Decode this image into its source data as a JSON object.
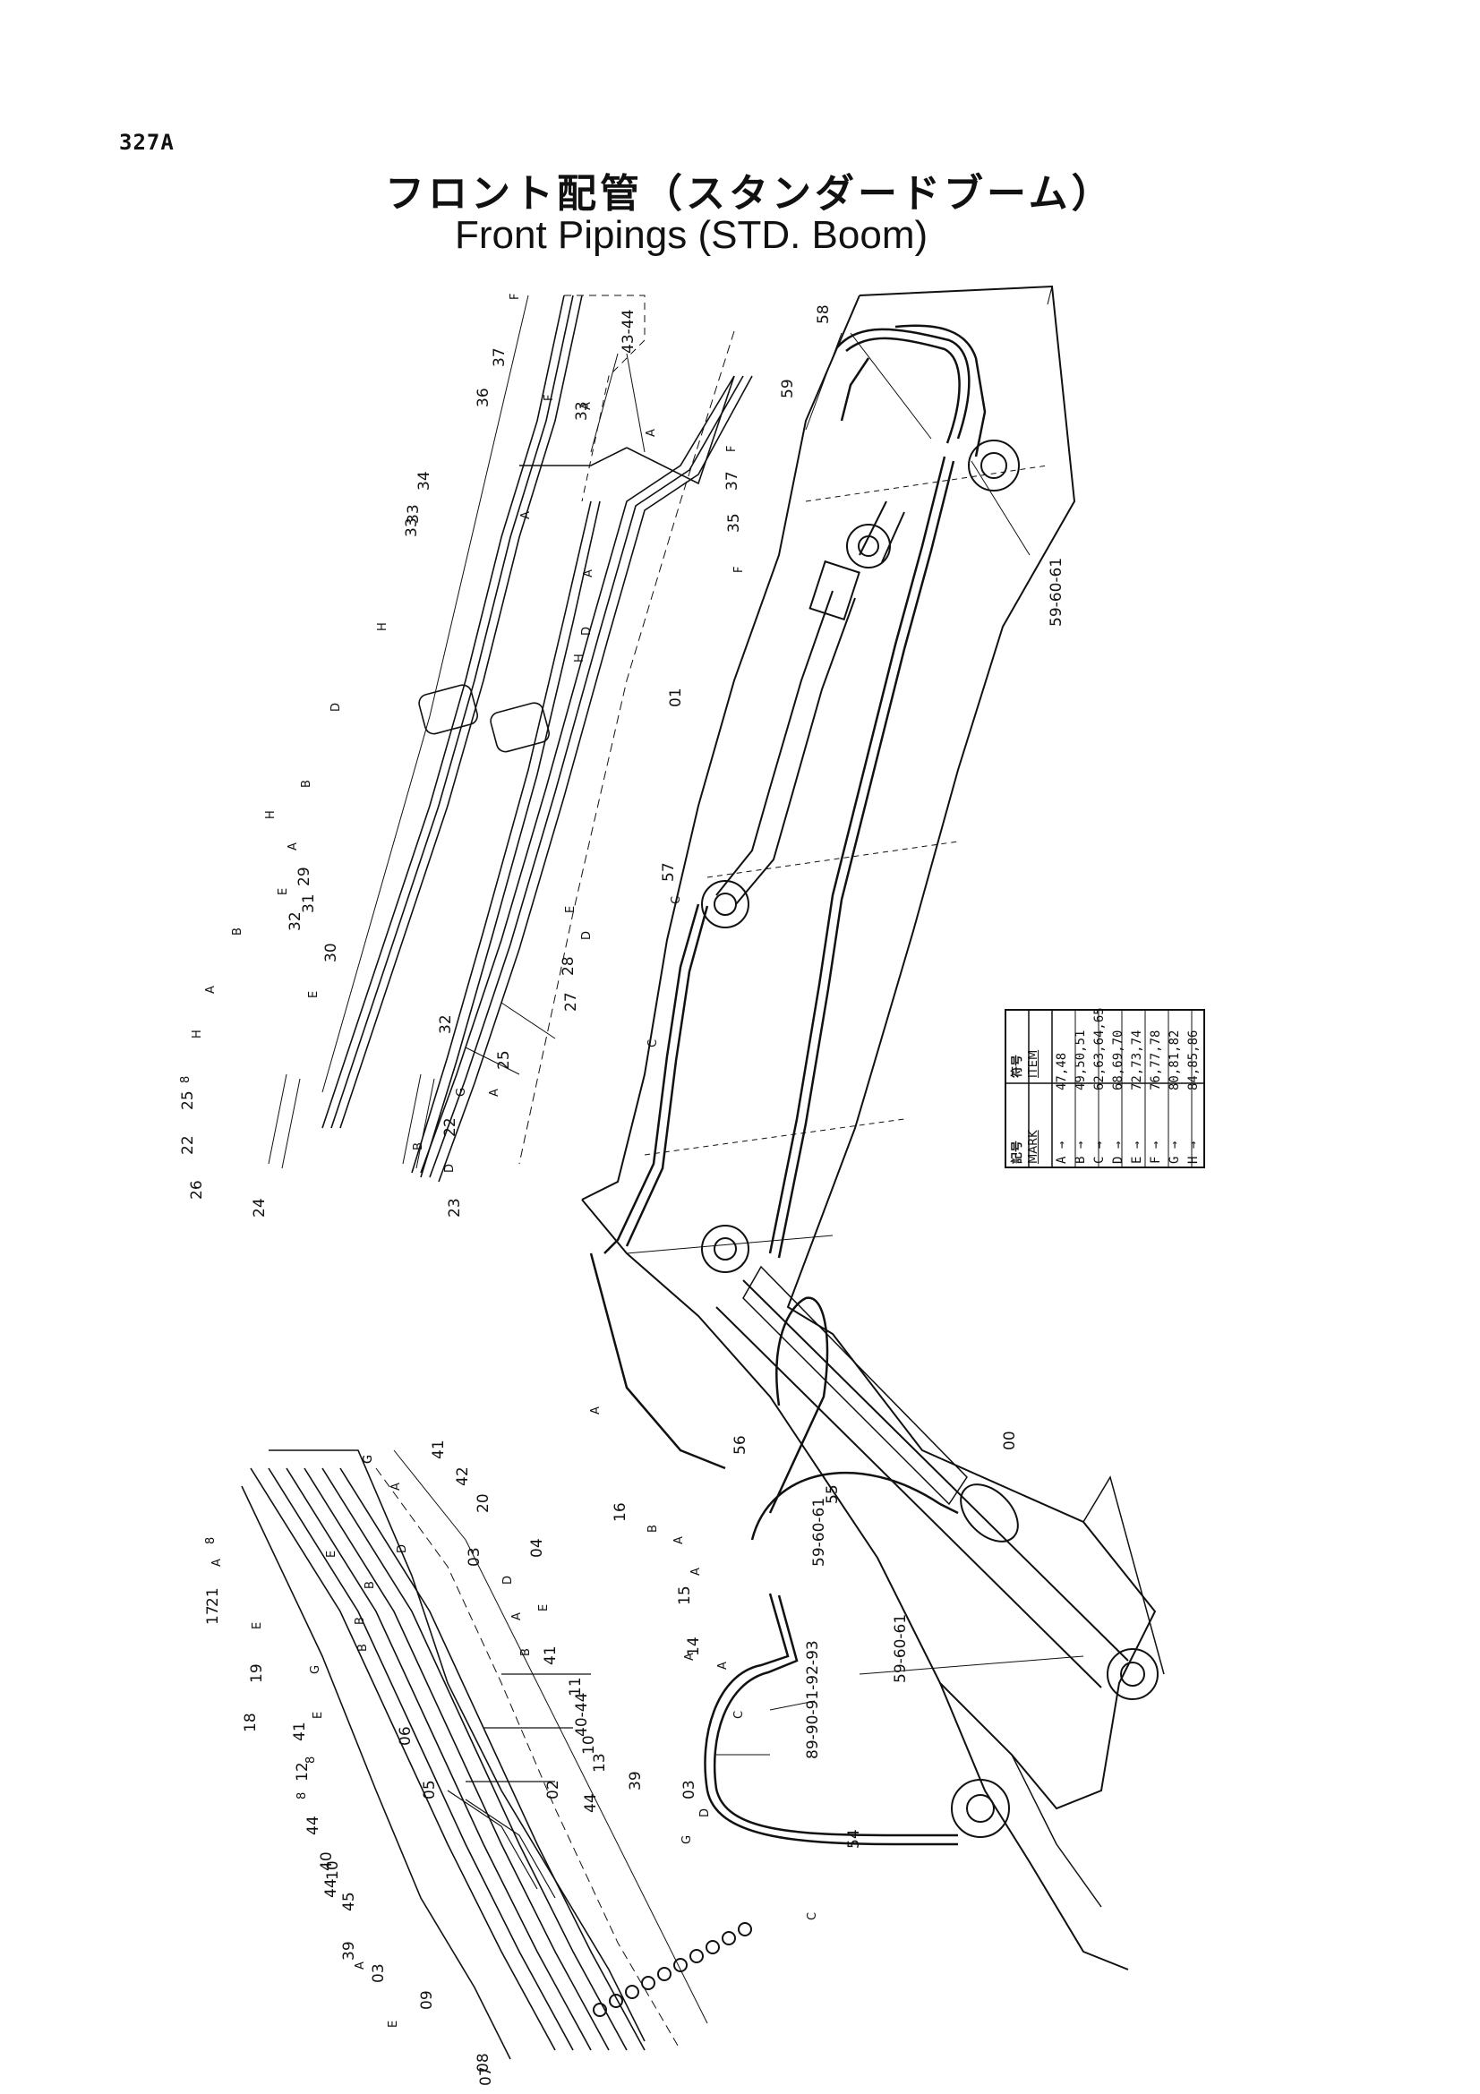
{
  "page_number": "327A",
  "title_jp": "フロント配管（スタンダードブーム）",
  "title_en": "Front Pipings (STD. Boom)",
  "mark_table": {
    "header_mark_jp": "記号",
    "header_mark_en": "MARK",
    "header_item_jp": "符号",
    "header_item_en": "ITEM",
    "rows": [
      {
        "mark": "A →",
        "items": "47,48"
      },
      {
        "mark": "B →",
        "items": "49,50,51"
      },
      {
        "mark": "C →",
        "items": "62,63,64,65"
      },
      {
        "mark": "D →",
        "items": "68,69,70"
      },
      {
        "mark": "E →",
        "items": "72,73,74"
      },
      {
        "mark": "F →",
        "items": "76,77,78"
      },
      {
        "mark": "G →",
        "items": "80,81,82"
      },
      {
        "mark": "H →",
        "items": "84,85,86"
      }
    ]
  },
  "callouts": {
    "top_left_detail": [
      "F",
      "37",
      "36",
      "43-44",
      "A",
      "F",
      "A",
      "F",
      "35",
      "37",
      "33",
      "34",
      "33",
      "33",
      "A",
      "D",
      "A",
      "F",
      "H",
      "H",
      "D",
      "B",
      "A",
      "H",
      "E",
      "29",
      "31",
      "32",
      "30",
      "E",
      "D",
      "B",
      "A",
      "28",
      "E",
      "27",
      "H",
      "8",
      "25",
      "22",
      "26",
      "25",
      "A",
      "G",
      "22",
      "D",
      "23",
      "24",
      "B",
      "32"
    ],
    "boom": [
      "58",
      "59",
      "59-60-61",
      "01",
      "57",
      "C",
      "C",
      "00",
      "56",
      "55",
      "59-60-61",
      "59-60-61",
      "14",
      "C",
      "89-90-91-92-93",
      "54",
      "C",
      "A",
      "A",
      "A",
      "A",
      "B",
      "16",
      "15",
      "A"
    ],
    "bottom_left_detail": [
      "G",
      "A",
      "41",
      "42",
      "20",
      "8",
      "A",
      "21",
      "17",
      "E",
      "19",
      "18",
      "D",
      "E",
      "B",
      "G",
      "B",
      "8",
      "B",
      "E",
      "41",
      "12",
      "8",
      "44",
      "40",
      "10",
      "44",
      "45",
      "39",
      "A",
      "03",
      "E",
      "09",
      "08",
      "07",
      "06",
      "05",
      "03",
      "D",
      "A",
      "B",
      "41",
      "11",
      "40-44",
      "10",
      "13",
      "39",
      "44",
      "02",
      "03",
      "04",
      "E",
      "D",
      "G",
      "G"
    ]
  }
}
